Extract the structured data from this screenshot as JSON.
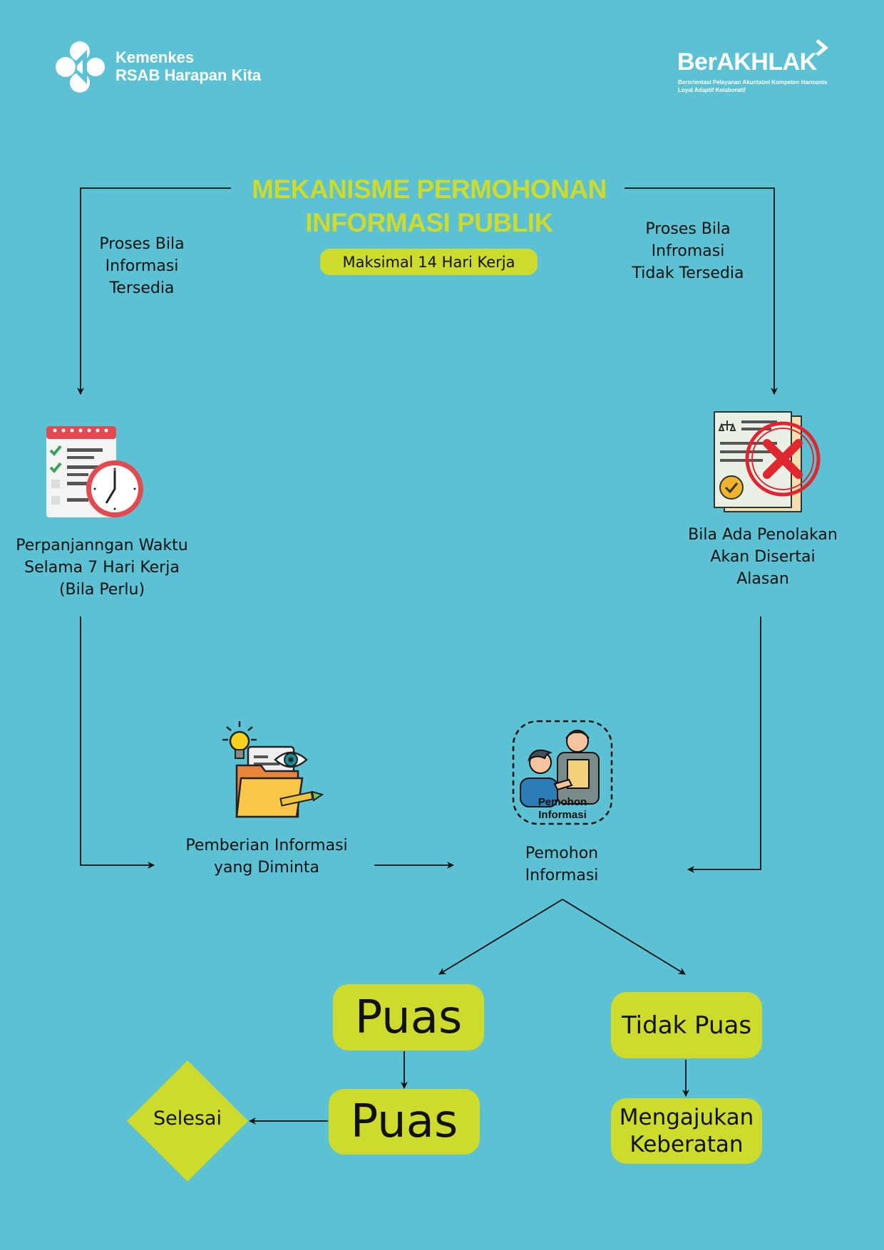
{
  "header": {
    "logo_line1": "Kemenkes",
    "logo_line2": "RSAB Harapan Kita",
    "brand_title": "BerAKHLAK",
    "brand_subtitle": "Berorientasi Pelayanan Akuntabel Kompeten Harmonis Loyal Adaptif Kolaboratif"
  },
  "title": {
    "line1": "MEKANISME PERMOHONAN",
    "line2": "INFORMASI PUBLIK",
    "badge": "Maksimal 14 Hari Kerja"
  },
  "left_branch": {
    "line1": "Proses Bila",
    "line2": "Informasi",
    "line3": "Tersedia"
  },
  "right_branch": {
    "line1": "Proses Bila",
    "line2": "Infromasi",
    "line3": "Tidak Tersedia"
  },
  "extension": {
    "line1": "Perpanjanngan Waktu",
    "line2": "Selama 7 Hari Kerja",
    "line3": "(Bila Perlu)"
  },
  "rejection": {
    "line1": "Bila Ada Penolakan",
    "line2": "Akan Disertai",
    "line3": "Alasan"
  },
  "provision": {
    "line1": "Pemberian Informasi",
    "line2": "yang Diminta"
  },
  "applicant": {
    "icon_line1": "Pemohon",
    "icon_line2": "Informasi",
    "line1": "Pemohon",
    "line2": "Informasi"
  },
  "outcomes": {
    "satisfied_top": "Puas",
    "satisfied_bottom": "Puas",
    "dissatisfied": "Tidak Puas",
    "objection_line1": "Mengajukan",
    "objection_line2": "Keberatan",
    "finish": "Selesai"
  },
  "colors": {
    "background": "#5bc1d3",
    "accent": "#cddb2c",
    "text": "#111111",
    "reject_red": "#e0262e"
  }
}
